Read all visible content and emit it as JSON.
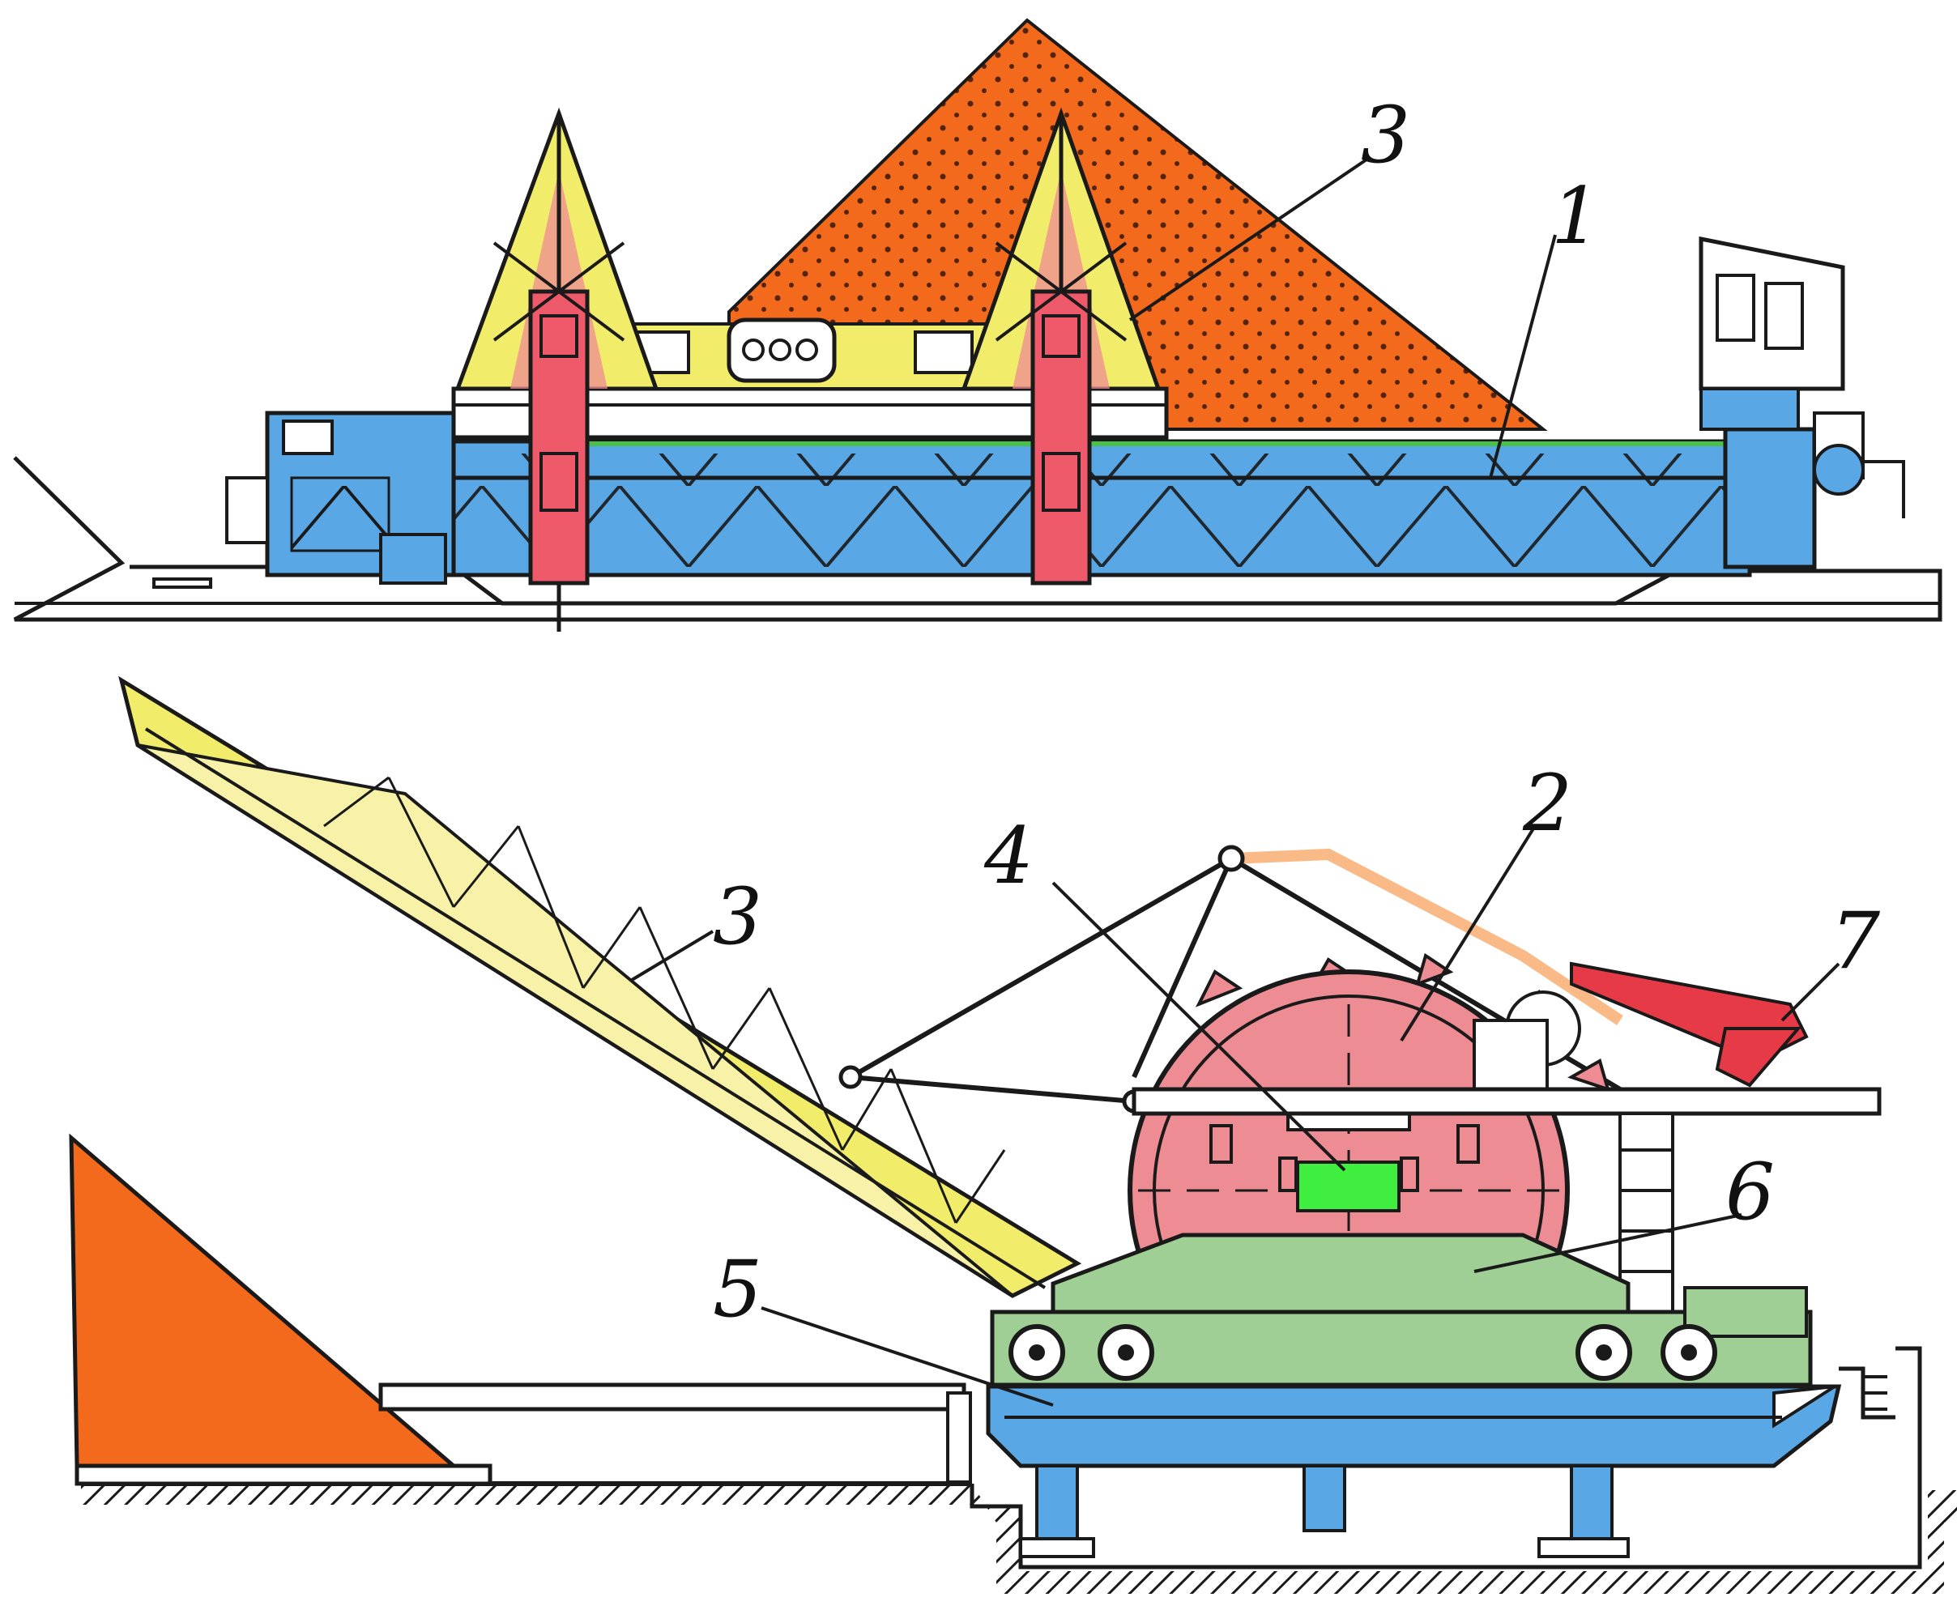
{
  "colors": {
    "outline": "#1a1a1a",
    "frame_blue": "#5aa7e6",
    "stockpile_orange": "#f46a1c",
    "pylon_yellow": "#f2ec6b",
    "column_red": "#ee5a6a",
    "drum_pink": "#ee8c93",
    "cradle_green": "#9fcf94",
    "sensor_green": "#3fee3f",
    "arm_red": "#e63b46",
    "cable_orange": "#f7a96a",
    "ground": "#1a1a1a",
    "background": "#ffffff"
  },
  "callouts": {
    "c1": "1",
    "c2": "2",
    "c3_top": "3",
    "c3_bottom": "3",
    "c4": "4",
    "c5": "5",
    "c6": "6",
    "c7": "7"
  }
}
